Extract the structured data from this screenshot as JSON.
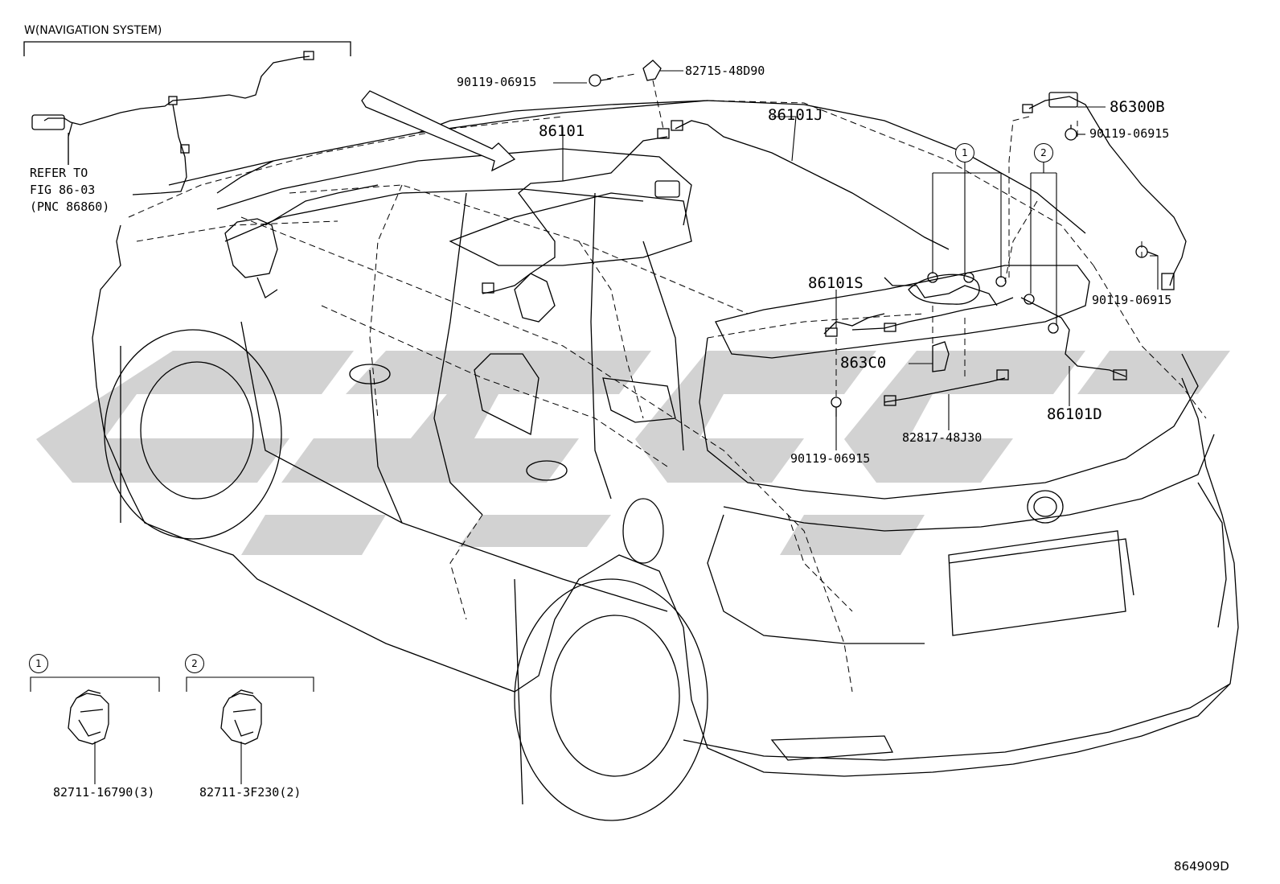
{
  "header": {
    "variant_label": "W(NAVIGATION SYSTEM)"
  },
  "reference_note": {
    "line1": "REFER TO",
    "line2": "FIG 86-03",
    "line3": "(PNC 86860)"
  },
  "parts": {
    "p90119_top": "90119-06915",
    "p82715": "82715-48D90",
    "p86101": "86101",
    "p86101J": "86101J",
    "p86300B": "86300B",
    "p90119_right_upper": "90119-06915",
    "p90119_right_lower": "90119-06915",
    "p86101S": "86101S",
    "p863C0": "863C0",
    "p90119_center": "90119-06915",
    "p82817": "82817-48J30",
    "p86101D": "86101D"
  },
  "callouts": {
    "c1": "1",
    "c2": "2"
  },
  "legend": {
    "clip1_label": "1",
    "clip1_part": "82711-16790(3)",
    "clip2_label": "2",
    "clip2_part": "82711-3F230(2)"
  },
  "footer": {
    "diagram_id": "864909D"
  },
  "colors": {
    "line": "#000000",
    "watermark": "#d3d3d3",
    "background": "#ffffff"
  }
}
